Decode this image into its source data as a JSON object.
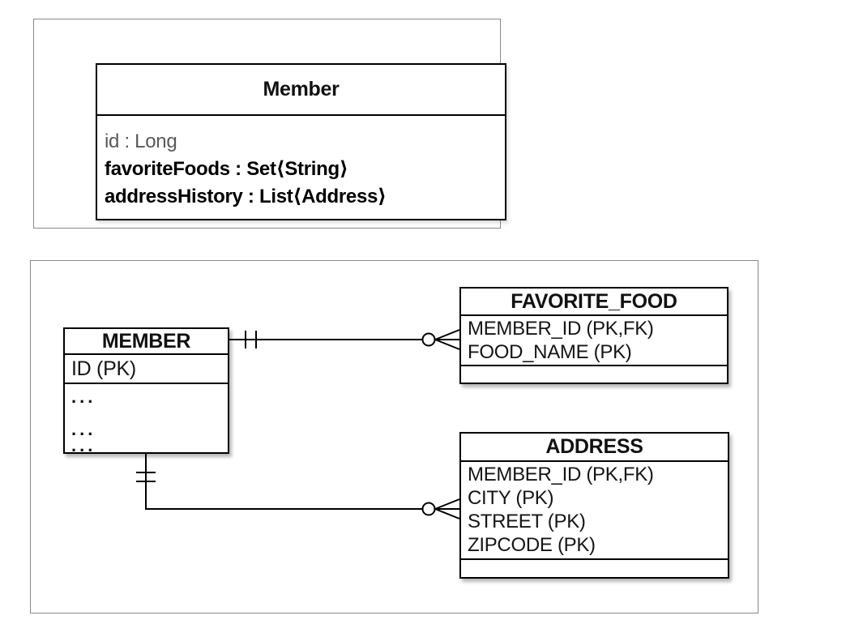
{
  "colors": {
    "table_border": "#000000",
    "panel_border": "#8a8a8a",
    "muted_attribute_text": "#595959",
    "text": "#111111"
  },
  "uml": {
    "class_title": "Member",
    "attributes": [
      "id : Long",
      "favoriteFoods : Set⟨String⟩",
      "addressHistory : List⟨Address⟩"
    ]
  },
  "erd": {
    "member": {
      "title": "MEMBER",
      "rows": [
        "ID (PK)"
      ],
      "ellipsis_rows": [
        "...",
        "",
        "...",
        "..."
      ]
    },
    "favorite_food": {
      "title": "FAVORITE_FOOD",
      "rows": [
        "MEMBER_ID (PK,FK)",
        "FOOD_NAME (PK)"
      ]
    },
    "address": {
      "title": "ADDRESS",
      "rows": [
        "MEMBER_ID (PK,FK)",
        "CITY (PK)",
        "STREET (PK)",
        "ZIPCODE (PK)"
      ]
    },
    "relationships": [
      {
        "from": "MEMBER",
        "to": "FAVORITE_FOOD",
        "from_end": "exactly-one",
        "to_end": "zero-or-many"
      },
      {
        "from": "MEMBER",
        "to": "ADDRESS",
        "from_end": "exactly-one",
        "to_end": "zero-or-many"
      }
    ]
  }
}
